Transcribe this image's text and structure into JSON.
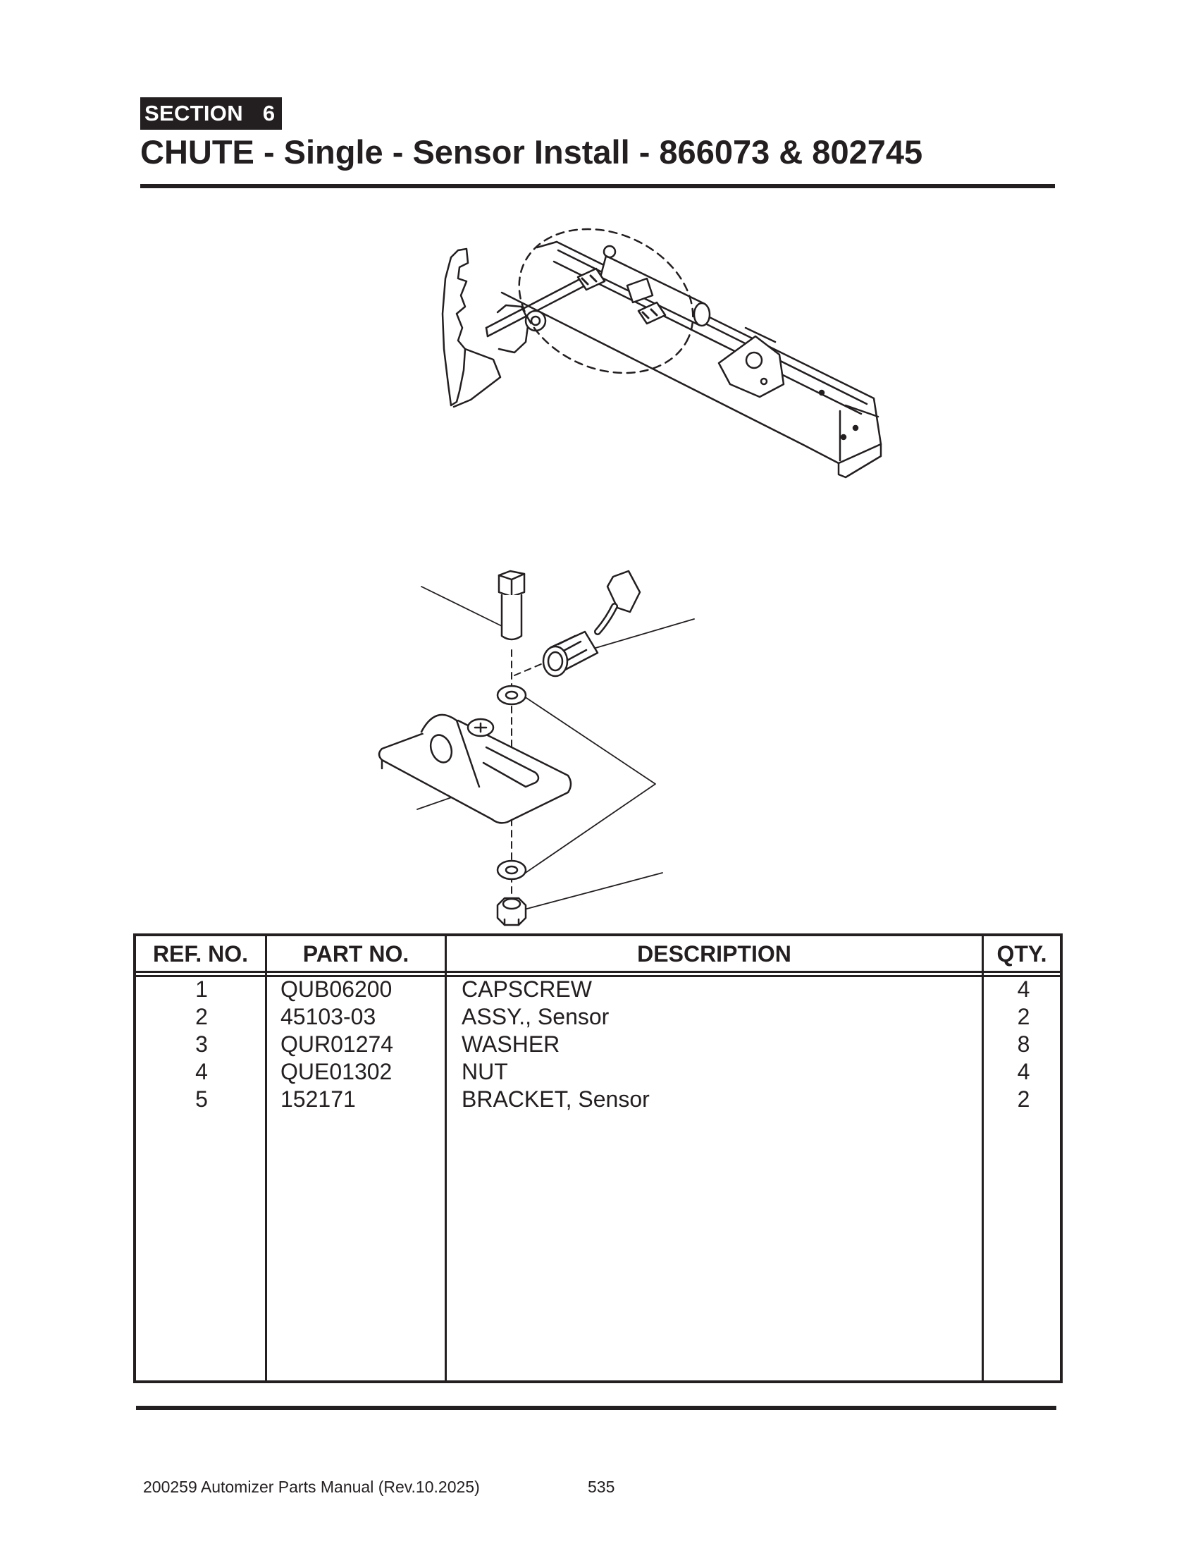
{
  "header": {
    "section_label": "SECTION",
    "section_number": "6",
    "title": "CHUTE - Single - Sensor Install - 866073 & 802745"
  },
  "table": {
    "columns": [
      "REF. NO.",
      "PART NO.",
      "DESCRIPTION",
      "QTY."
    ],
    "rows": [
      {
        "ref": "1",
        "part": "QUB06200",
        "description": "CAPSCREW",
        "qty": "4"
      },
      {
        "ref": "2",
        "part": "45103-03",
        "description": "ASSY., Sensor",
        "qty": "2"
      },
      {
        "ref": "3",
        "part": "QUR01274",
        "description": "WASHER",
        "qty": "8"
      },
      {
        "ref": "4",
        "part": "QUE01302",
        "description": "NUT",
        "qty": "4"
      },
      {
        "ref": "5",
        "part": "152171",
        "description": "BRACKET, Sensor",
        "qty": "2"
      }
    ]
  },
  "footer": {
    "manual": "200259 Automizer Parts Manual (Rev.10.2025)",
    "page_number": "535"
  }
}
